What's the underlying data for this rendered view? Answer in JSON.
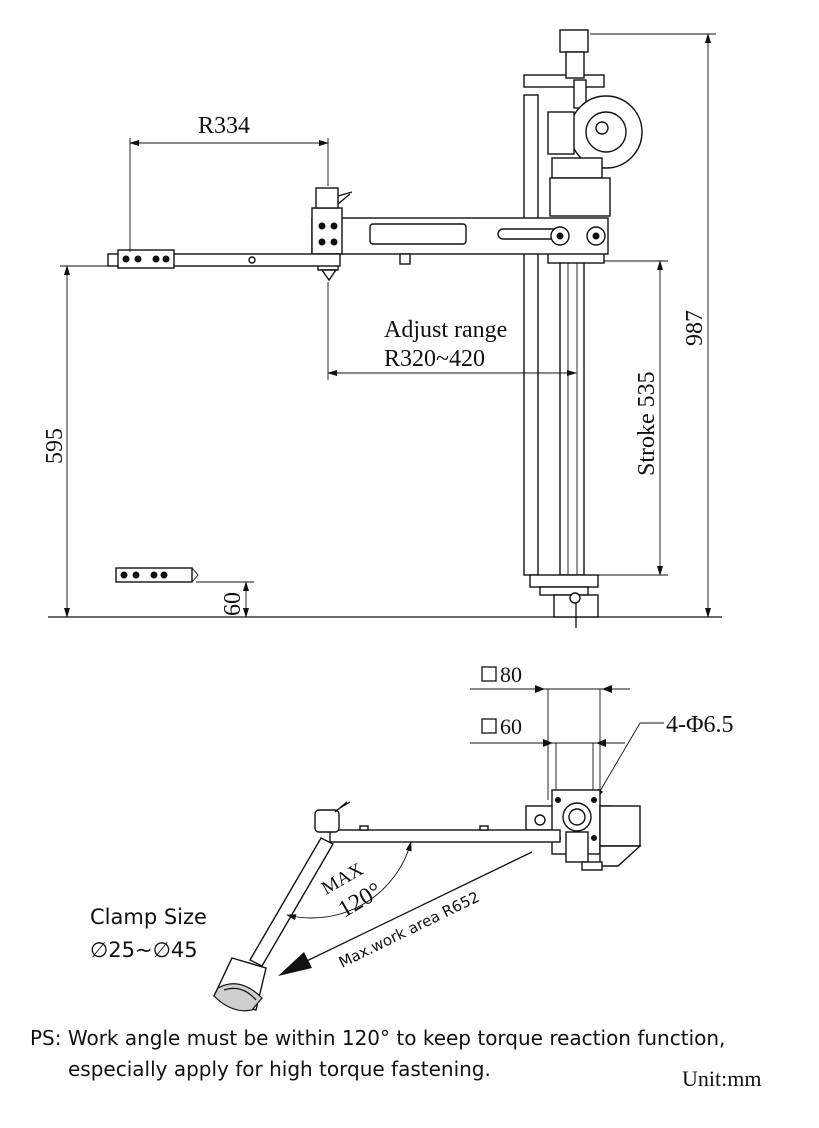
{
  "side_view": {
    "dim_arm_radius": "R334",
    "adjust_label": "Adjust range",
    "adjust_range": "R320~420",
    "stroke": "Stroke 535",
    "total_height": "987",
    "lower_height": "595",
    "base_offset": "60"
  },
  "top_view": {
    "square_outer": "80",
    "square_inner": "60",
    "bolt_holes": "4-Φ6.5",
    "max_angle_label": "MAX",
    "max_angle": "120°",
    "work_area": "Max.work area R652",
    "clamp_title": "Clamp Size",
    "clamp_range": "∅25~∅45"
  },
  "notes": {
    "ps_line1": "PS: Work angle must be within 120° to keep torque reaction function,",
    "ps_line2": "especially apply for high torque fastening.",
    "unit": "Unit:mm"
  }
}
